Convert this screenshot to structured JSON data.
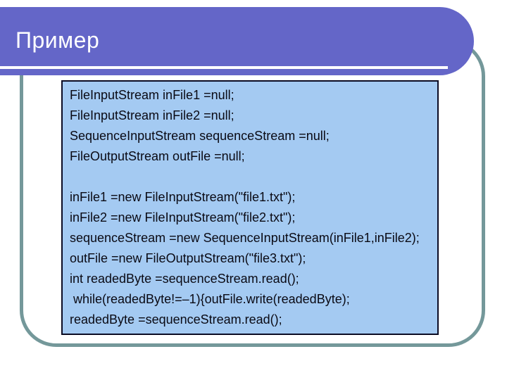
{
  "slide": {
    "title": "Пример",
    "code_lines": [
      "FileInputStream inFile1 =null;",
      "FileInputStream inFile2 =null;",
      "SequenceInputStream sequenceStream =null;",
      "FileOutputStream outFile =null;",
      "",
      "inFile1 =new FileInputStream(\"file1.txt\");",
      "inFile2 =new FileInputStream(\"file2.txt\");",
      "sequenceStream =new SequenceInputStream(inFile1,inFile2);",
      "outFile =new FileOutputStream(\"file3.txt\");",
      "int readedByte =sequencеStream.read();",
      " while(readedByte!=–1){outFile.write(readedByte);",
      "readedByte =sequenceStream.read();"
    ],
    "colors": {
      "header_fill": "#6466c8",
      "frame_stroke": "#74989a",
      "code_bg": "#a4caf2",
      "code_border": "#0b0b23",
      "title_color": "#ffffff",
      "code_text": "#0a0a14"
    }
  }
}
